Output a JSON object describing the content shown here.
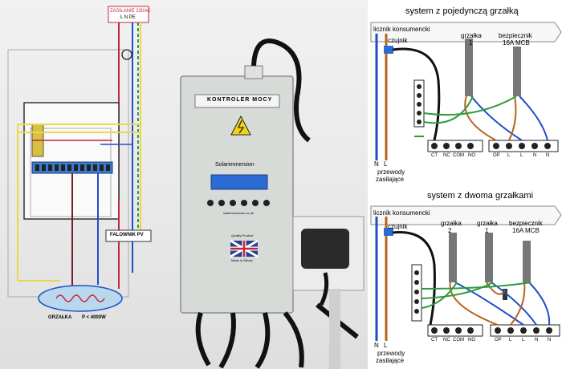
{
  "photo": {
    "supply_label": "ZASILANIE 230AC",
    "supply_lines": "L N PE",
    "inverter_label": "FALOWNIK PV",
    "heater_label": "GRZAŁKA",
    "heater_power": "P < 4000W",
    "controller_title": "KONTROLER MOCY",
    "controller_brand": "Solarimmersion",
    "controller_url": "solarimmersion.co.uk",
    "sticker_text": "Quality Product",
    "sticker_sub": "Made in Britain"
  },
  "diagram_top": {
    "title": "system z pojedynczą grzałką",
    "meter_label": "licznik konsumencki",
    "sensor_label": "czujnik",
    "heater_label": "grzałka",
    "heater_num": "1",
    "breaker_label": "bezpiecznik",
    "breaker_rating": "16A MCB",
    "terminals_left": [
      "CT",
      "NC",
      "COM",
      "NO"
    ],
    "terminals_right": [
      "OP",
      "L",
      "L",
      "N",
      "N"
    ],
    "wire_label_n": "N",
    "wire_label_l": "L",
    "cables_label_1": "przewody",
    "cables_label_2": "zasilające"
  },
  "diagram_bottom": {
    "title": "system z dwoma grzałkami",
    "meter_label": "licznik konsumencki",
    "sensor_label": "czujnik",
    "heater2_label": "grzałka",
    "heater2_num": "2",
    "heater1_label": "grzałka",
    "heater1_num": "1",
    "breaker_label": "bezpiecznik",
    "breaker_rating": "16A MCB",
    "terminals_left": [
      "CT",
      "NC",
      "COM",
      "NO"
    ],
    "terminals_right": [
      "OP",
      "L",
      "L",
      "N",
      "N"
    ],
    "wire_label_n": "N",
    "wire_label_l": "L",
    "cables_label_1": "przewody",
    "cables_label_2": "zasilające"
  },
  "colors": {
    "wire_blue": "#1f4fc8",
    "wire_brown": "#b5651d",
    "wire_green": "#2f9a3a",
    "wire_yellow": "#e8d84a",
    "wire_red": "#c0283a",
    "box_grey": "#d6dbd8"
  }
}
